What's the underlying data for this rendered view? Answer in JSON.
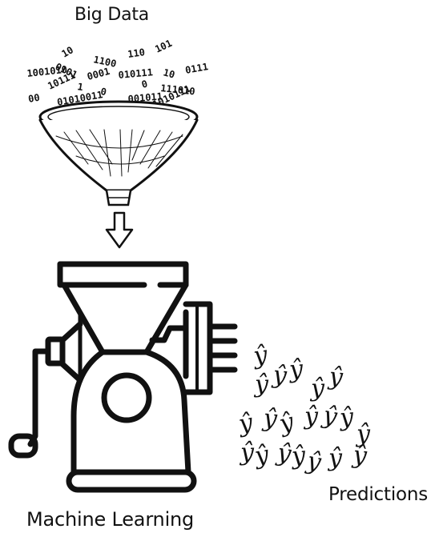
{
  "labels": {
    "big_data": "Big Data",
    "machine_learning": "Machine Learning",
    "predictions": "Predictions"
  },
  "binary_bits": [
    "10",
    "1100",
    "110",
    "101",
    "1001010",
    "0101",
    "0001",
    "010111",
    "10",
    "0111",
    "00",
    "10111",
    "1",
    "0",
    "111010",
    "01010011",
    "001011",
    "0",
    "000111",
    "1010111"
  ],
  "prediction_symbol": "ŷ",
  "colors": {
    "ink": "#111111",
    "background": "#ffffff",
    "arrow_fill": "#ffffff"
  },
  "icons": [
    "funnel-icon",
    "arrow-down-icon",
    "meat-grinder-icon"
  ]
}
